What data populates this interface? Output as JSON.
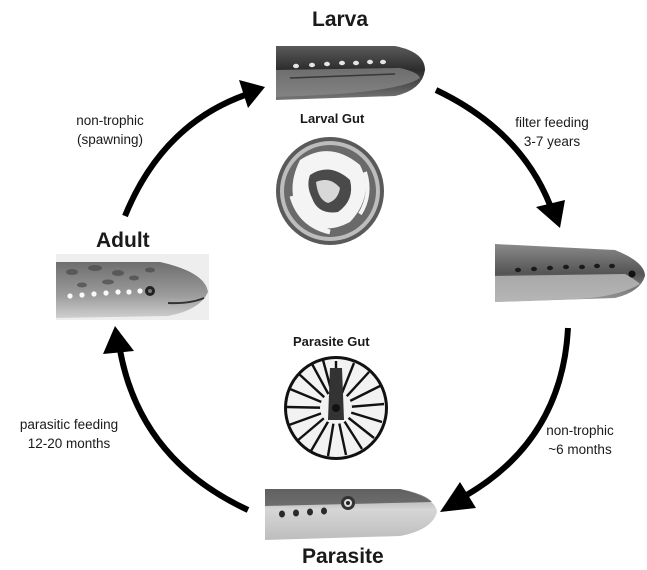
{
  "stages": {
    "larva": "Larva",
    "adult": "Adult",
    "parasite": "Parasite"
  },
  "guts": {
    "larval": "Larval Gut",
    "parasite": "Parasite Gut"
  },
  "transitions": {
    "larva_to_juvenile": {
      "line1": "filter feeding",
      "line2": "3-7 years"
    },
    "juvenile_to_parasite": {
      "line1": "non-trophic",
      "line2": "~6 months"
    },
    "parasite_to_adult": {
      "line1": "parasitic feeding",
      "line2": "12-20 months"
    },
    "adult_to_larva": {
      "line1": "non-trophic",
      "line2": "(spawning)"
    }
  },
  "colors": {
    "arrow": "#000000",
    "text": "#1a1a1a"
  }
}
